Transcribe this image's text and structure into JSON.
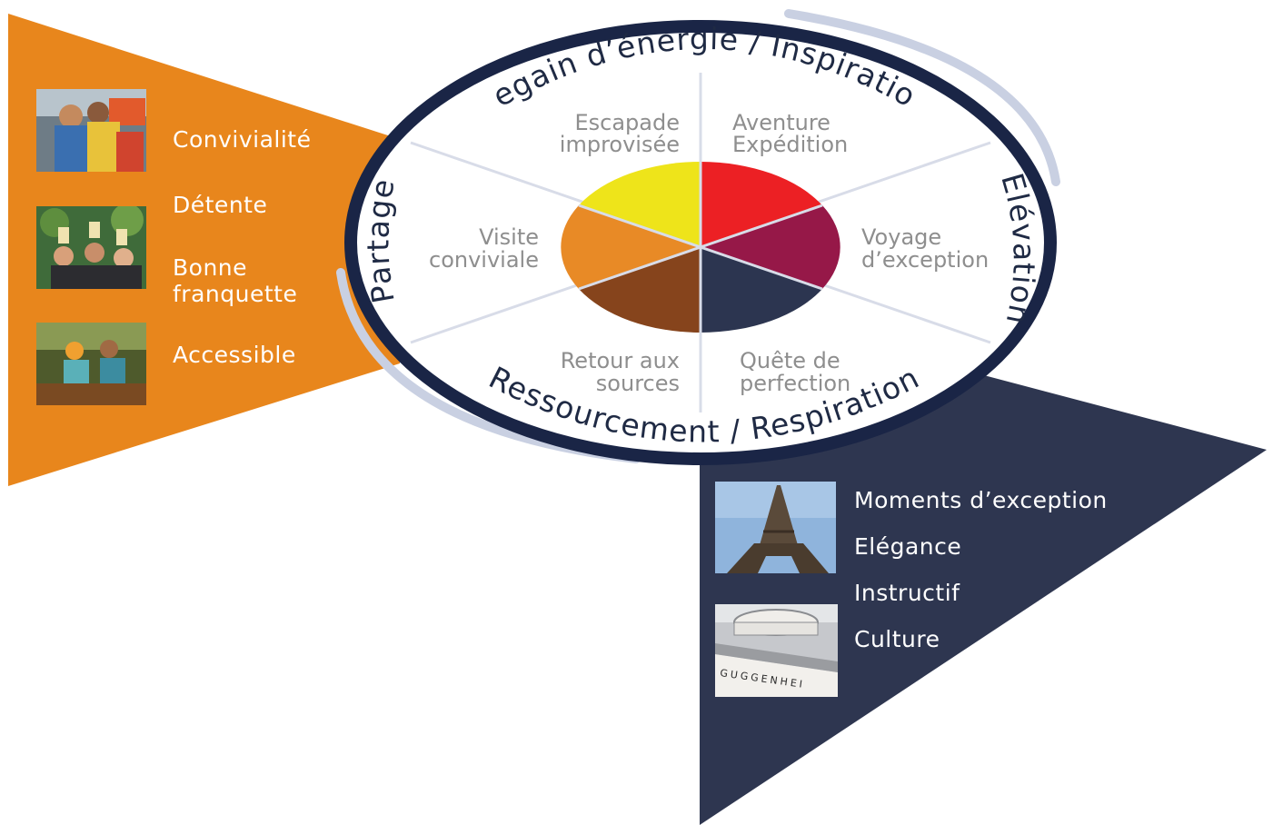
{
  "colors": {
    "orange": "#E8861C",
    "navy": "#2E3650",
    "ring": "#1A2546",
    "ring_shadow": "#C9D0E2",
    "spoke": "#D8DCE8",
    "seg_yellow": "#EEE41A",
    "seg_red": "#EC2024",
    "seg_wine": "#961848",
    "seg_navy": "#2C3550",
    "seg_brown": "#86441C",
    "seg_orange": "#E88A26"
  },
  "left_panel": {
    "items": [
      "Convivialité",
      "Détente",
      "Bonne",
      "franquette",
      "Accessible"
    ],
    "photos": [
      {
        "icon": "friends-hug-photo"
      },
      {
        "icon": "beer-toast-photo"
      },
      {
        "icon": "market-stall-photo"
      }
    ]
  },
  "right_panel": {
    "items": [
      "Moments d’exception",
      "Elégance",
      "Instructif",
      "Culture"
    ],
    "photos": [
      {
        "icon": "eiffel-tower-photo"
      },
      {
        "icon": "guggenheim-museum-photo",
        "sign": "GUGGENHEI"
      }
    ]
  },
  "ring_labels": {
    "top": "Regain d’énergie / Inspiration",
    "bottom": "Ressourcement / Respiration",
    "left": "Partage",
    "right": "Elévation"
  },
  "segments": {
    "escapade": [
      "Escapade",
      "improvisée"
    ],
    "aventure": [
      "Aventure",
      "Expédition"
    ],
    "visite": [
      "Visite",
      "conviviale"
    ],
    "voyage": [
      "Voyage",
      "d’exception"
    ],
    "retour": [
      "Retour aux",
      "sources"
    ],
    "quete": [
      "Quête de",
      "perfection"
    ]
  }
}
